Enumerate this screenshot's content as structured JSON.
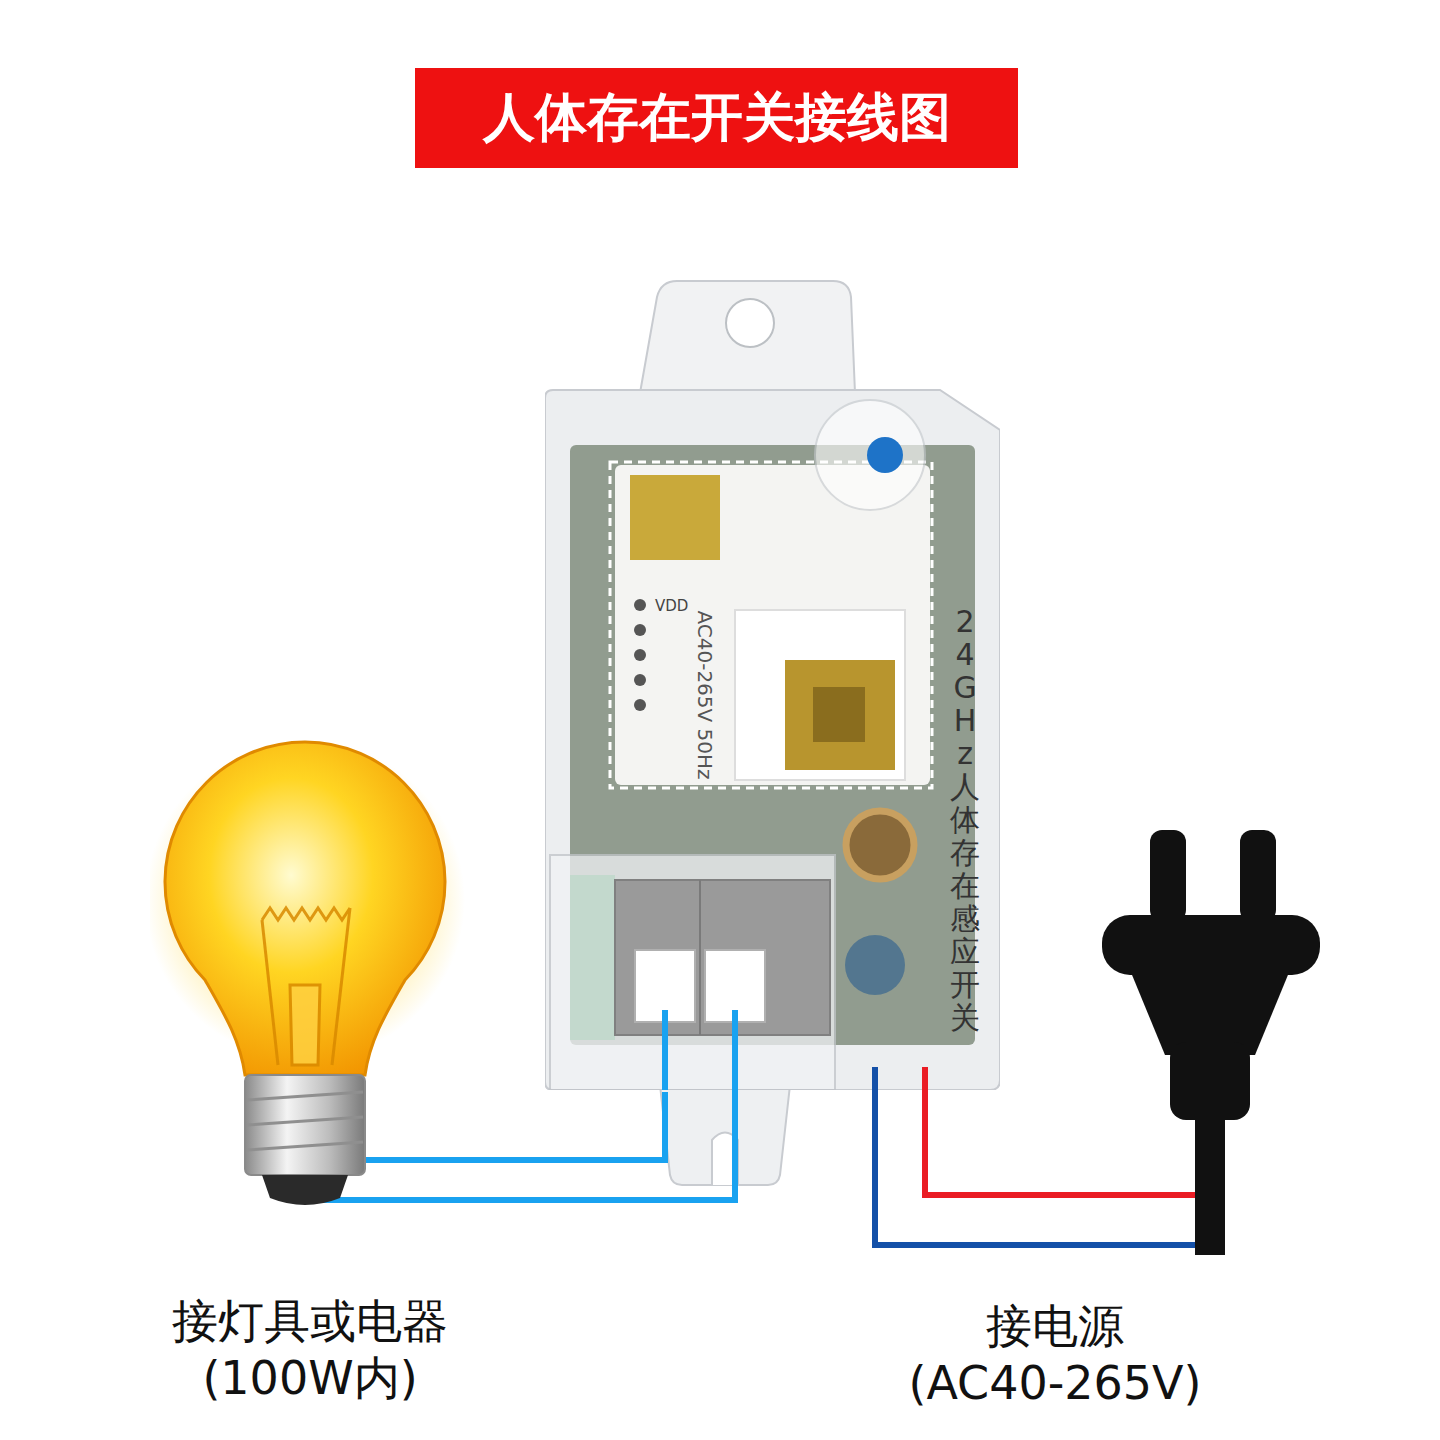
{
  "diagram": {
    "title": "人体存在开关接线图",
    "nodes": [
      {
        "text": [
          "接灯具或电器",
          "(100W内)"
        ]
      },
      {
        "text": [
          "24GHz人体存在感应开关"
        ]
      },
      {
        "text": [
          "接电源",
          "(AC40-265V)"
        ]
      }
    ],
    "edges": [
      {
        "from": 0,
        "to": 1,
        "arrow": "none"
      },
      {
        "from": 1,
        "to": 2,
        "arrow": "none"
      }
    ],
    "labels": [
      "VDD",
      "AC40-265V 50Hz"
    ]
  }
}
